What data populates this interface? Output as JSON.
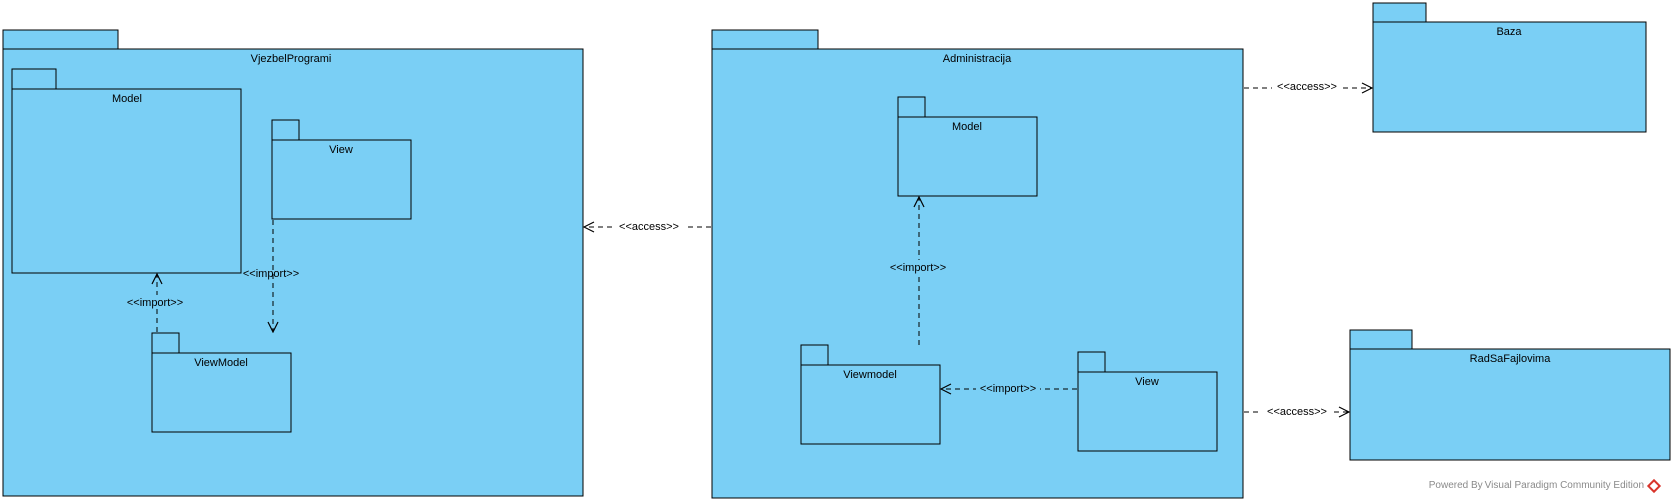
{
  "diagram": {
    "type": "UML package diagram",
    "colors": {
      "package_fill": "#7ACFF5",
      "stroke": "#000000"
    },
    "packages": {
      "vjezbel": {
        "name": "VjezbelProgrami"
      },
      "vjezbel_model": {
        "name": "Model"
      },
      "vjezbel_view": {
        "name": "View"
      },
      "vjezbel_viewmodel": {
        "name": "ViewModel"
      },
      "admin": {
        "name": "Administracija"
      },
      "admin_model": {
        "name": "Model"
      },
      "admin_viewmodel": {
        "name": "Viewmodel"
      },
      "admin_view": {
        "name": "View"
      },
      "baza": {
        "name": "Baza"
      },
      "rad": {
        "name": "RadSaFajlovima"
      }
    },
    "relations": {
      "vm_to_model": {
        "label": "<<import>>",
        "from": "ViewModel",
        "to": "Model"
      },
      "view_to_vm": {
        "label": "<<import>>",
        "from": "View",
        "to": "ViewModel"
      },
      "admin_to_vjezbel": {
        "label": "<<access>>",
        "from": "Administracija",
        "to": "VjezbelProgrami"
      },
      "admin_vm_to_model": {
        "label": "<<import>>",
        "from": "Viewmodel",
        "to": "Model"
      },
      "admin_view_to_vm": {
        "label": "<<import>>",
        "from": "View",
        "to": "Viewmodel"
      },
      "admin_to_baza": {
        "label": "<<access>>",
        "from": "Administracija",
        "to": "Baza"
      },
      "admin_to_rad": {
        "label": "<<access>>",
        "from": "Administracija",
        "to": "RadSaFajlovima"
      }
    }
  },
  "footer": {
    "text": "Powered By Visual Paradigm Community Edition"
  }
}
